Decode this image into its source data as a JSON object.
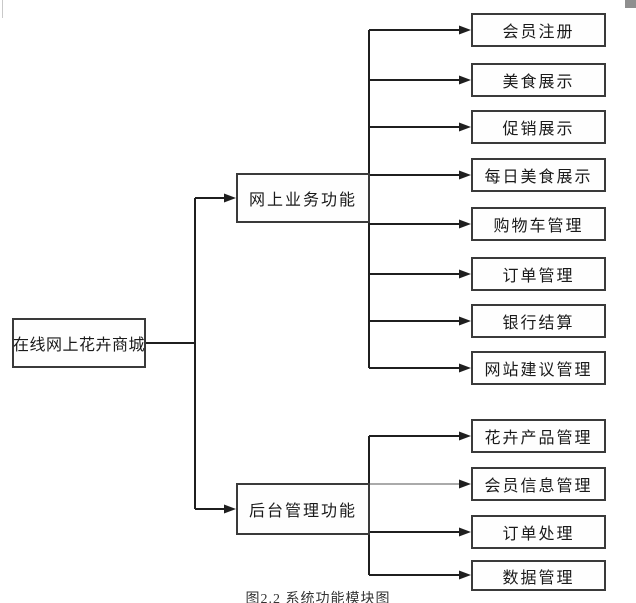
{
  "figure": {
    "caption": "图2.2 系统功能模块图"
  },
  "tree": {
    "root": {
      "label": "在线网上花卉商城"
    },
    "branches": [
      {
        "label": "网上业务功能",
        "children": [
          "会员注册",
          "美食展示",
          "促销展示",
          "每日美食展示",
          "购物车管理",
          "订单管理",
          "银行结算",
          "网站建议管理"
        ]
      },
      {
        "label": "后台管理功能",
        "children": [
          "花卉产品管理",
          "会员信息管理",
          "订单处理",
          "数据管理"
        ]
      }
    ]
  },
  "colors": {
    "background": "#ffffff",
    "connector_line": "#1f1f1f",
    "thin_connector_line": "#555555",
    "box_border": "#3a3a3a",
    "text": "#1a1a1a",
    "corner_artifact": "#8f8f8f"
  }
}
